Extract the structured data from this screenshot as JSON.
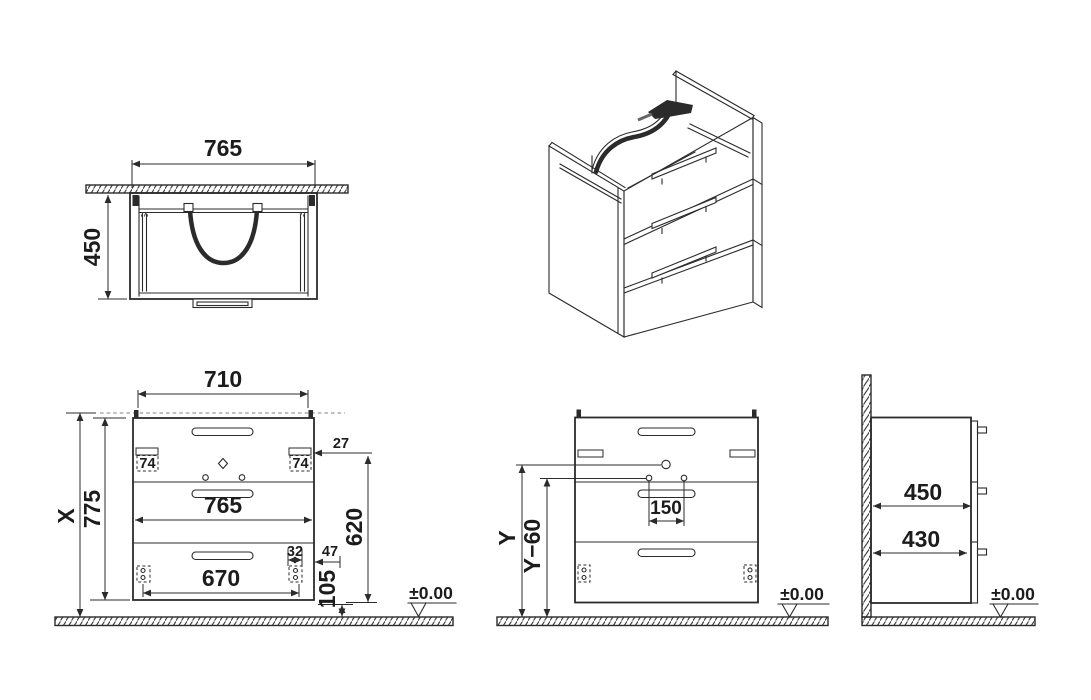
{
  "drawing": {
    "kind": "bathroom vanity unit technical drawing",
    "colors": {
      "line": "#2b2b2b",
      "background": "#ffffff",
      "dashed_reference": "#9b9b9b"
    },
    "views": {
      "top": {
        "dim_width": "765",
        "dim_depth": "450"
      },
      "front": {
        "dim_hanger_width": "710",
        "dim_total_height": "X",
        "dim_body_height": "775",
        "dim_bracket_left": "74",
        "dim_bracket_right": "74",
        "dim_bracket_offset": "27",
        "dim_body_width": "765",
        "dim_bracket_to_bottom": "620",
        "dim_fixing_width": "670",
        "dim_fixing_inset": "32",
        "dim_fixing_edge": "47",
        "dim_bottom_height": "105",
        "datum": "±0.00"
      },
      "middle": {
        "dim_drain_height": "Y",
        "dim_fixing_height": "Y−60",
        "dim_fixing_spacing": "150",
        "datum": "±0.00"
      },
      "side": {
        "dim_depth": "450",
        "dim_inner_depth": "430",
        "datum": "±0.00"
      }
    }
  }
}
